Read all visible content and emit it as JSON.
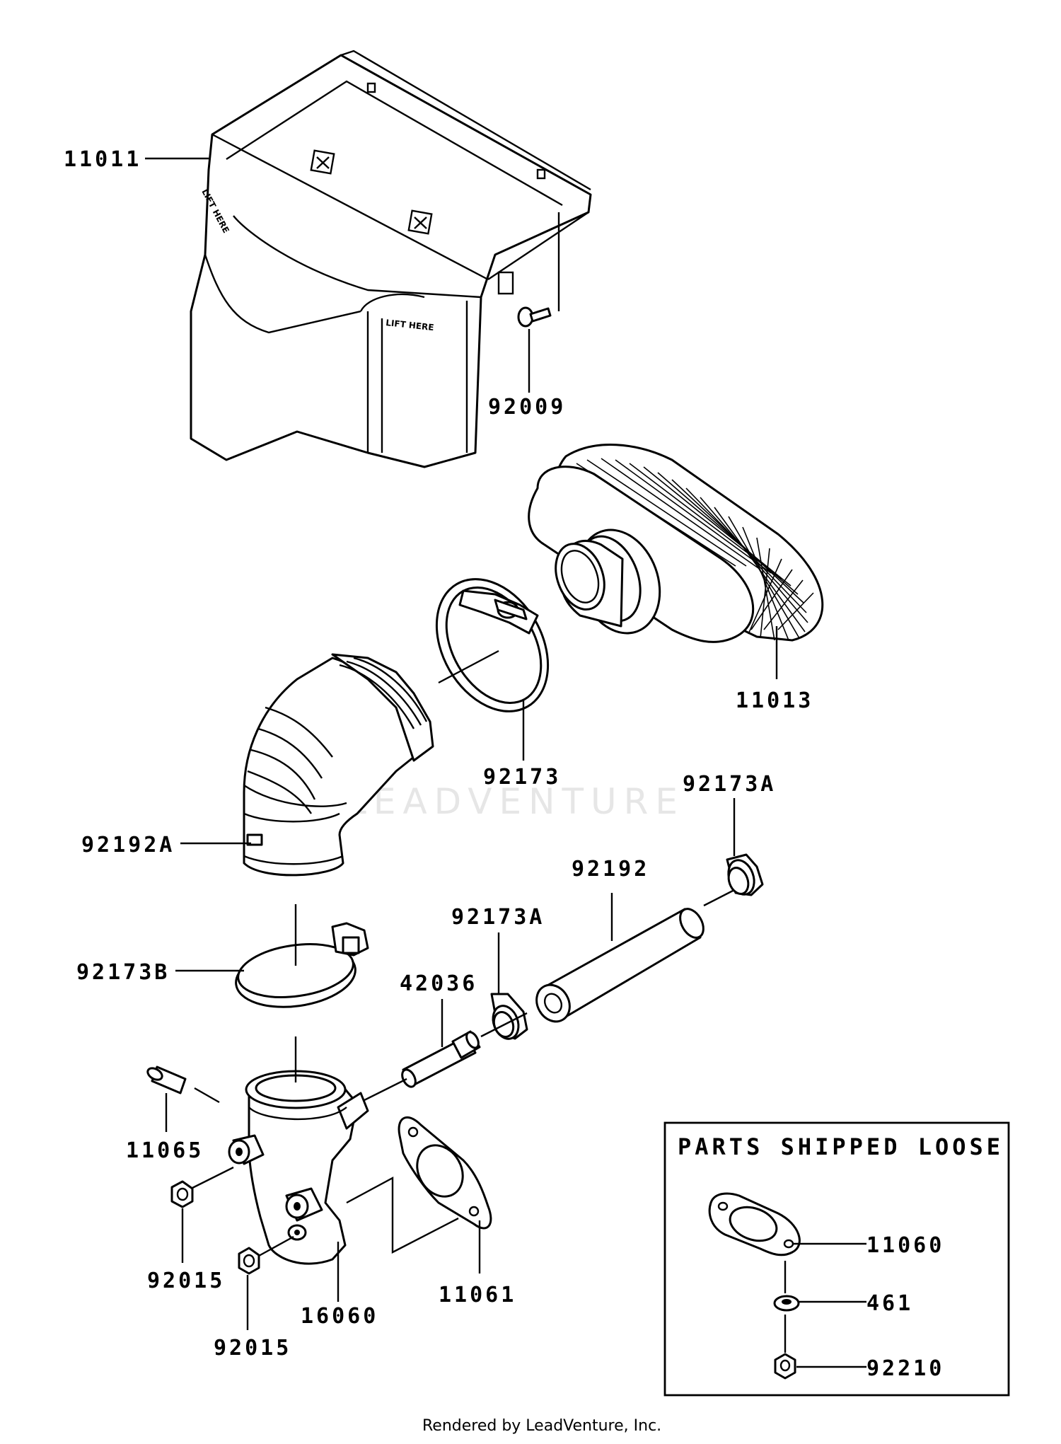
{
  "labels": {
    "p11011": "11011",
    "p92009": "92009",
    "p11013": "11013",
    "p92173": "92173",
    "p92173A_top": "92173A",
    "p92192A": "92192A",
    "p92192": "92192",
    "p92173A_mid": "92173A",
    "p92173B": "92173B",
    "p42036": "42036",
    "p11065": "11065",
    "p92015_a": "92015",
    "p16060": "16060",
    "p11061": "11061",
    "p92015_b": "92015",
    "p11060": "11060",
    "p461": "461",
    "p92210": "92210"
  },
  "loose_box": {
    "title": "PARTS SHIPPED LOOSE"
  },
  "decals": {
    "lift_here_1": "LIFT HERE",
    "lift_here_2": "LIFT HERE"
  },
  "watermark": "LEADVENTURE",
  "footer": "Rendered by LeadVenture, Inc."
}
